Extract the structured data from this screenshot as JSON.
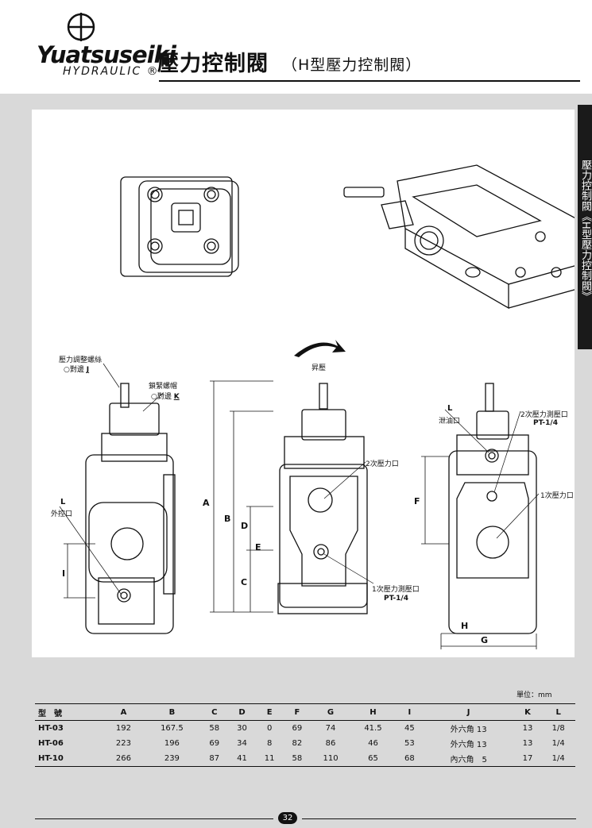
{
  "header": {
    "brand": "Yuatsuseiki",
    "brand_sub": "HYDRAULIC ®",
    "title": "壓力控制閥",
    "subtitle": "（H型壓力控制閥）"
  },
  "side_tab": "壓力控制閥《H型壓力控制閥》",
  "callouts": {
    "adjust_screw": "壓力調整螺絲",
    "adjust_screw_j": "○對邊",
    "j": "J",
    "lock_nut": "鎖緊螺帽",
    "lock_nut_k": "○對邊",
    "k": "K",
    "l_left": "L",
    "ext_pilot": "外控口",
    "raise": "昇壓",
    "port2": "2次壓力口",
    "port1_gauge": "1次壓力測壓口",
    "pt1": "PT-1/4",
    "l_right": "L",
    "drain": "泄油口",
    "port2_gauge": "2次壓力測壓口",
    "pt2": "PT-1/4",
    "port1": "1次壓力口"
  },
  "dims": {
    "A": "A",
    "B": "B",
    "C": "C",
    "D": "D",
    "E": "E",
    "F": "F",
    "G": "G",
    "H": "H",
    "I": "I"
  },
  "table": {
    "unit": "單位：mm",
    "headers": [
      "型　號",
      "A",
      "B",
      "C",
      "D",
      "E",
      "F",
      "G",
      "H",
      "I",
      "J",
      "K",
      "L"
    ],
    "rows": [
      [
        "HT-03",
        "192",
        "167.5",
        "58",
        "30",
        "0",
        "69",
        "74",
        "41.5",
        "45",
        "外六角 13",
        "13",
        "1/8"
      ],
      [
        "HT-06",
        "223",
        "196",
        "69",
        "34",
        "8",
        "82",
        "86",
        "46",
        "53",
        "外六角 13",
        "13",
        "1/4"
      ],
      [
        "HT-10",
        "266",
        "239",
        "87",
        "41",
        "11",
        "58",
        "110",
        "65",
        "68",
        "內六角　5",
        "17",
        "1/4"
      ]
    ]
  },
  "footer": {
    "page": "32"
  }
}
